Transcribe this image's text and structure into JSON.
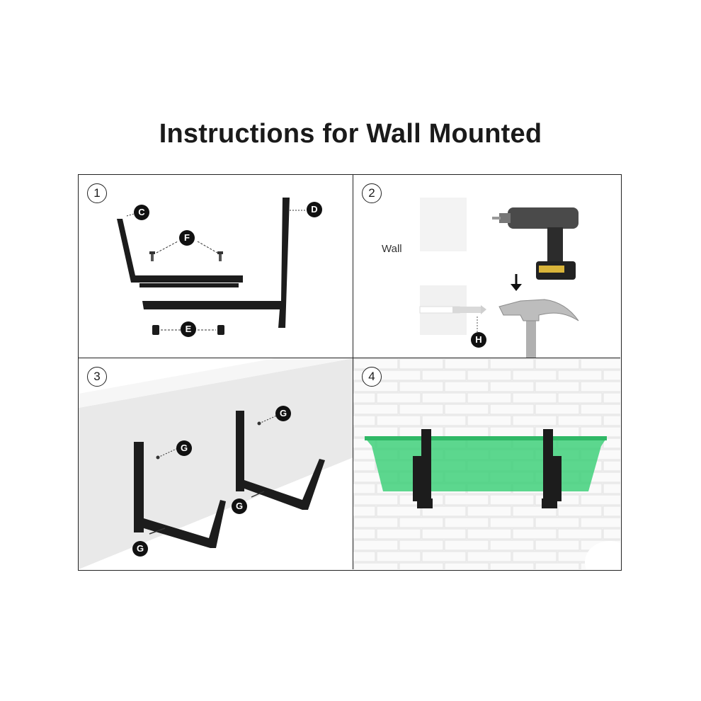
{
  "title": "Instructions for Wall Mounted",
  "steps": {
    "s1": {
      "number": "1",
      "labels": {
        "c": "C",
        "d": "D",
        "f": "F",
        "e": "E"
      }
    },
    "s2": {
      "number": "2",
      "wall_label": "Wall",
      "labels": {
        "h": "H"
      }
    },
    "s3": {
      "number": "3",
      "labels": {
        "g1": "G",
        "g2": "G",
        "g3": "G",
        "g4": "G"
      }
    },
    "s4": {
      "number": "4"
    }
  },
  "colors": {
    "bracket": "#1c1c1c",
    "planter": "#3fd07a",
    "wall": "#e9e9e9",
    "brick": "#f4f4f4"
  }
}
